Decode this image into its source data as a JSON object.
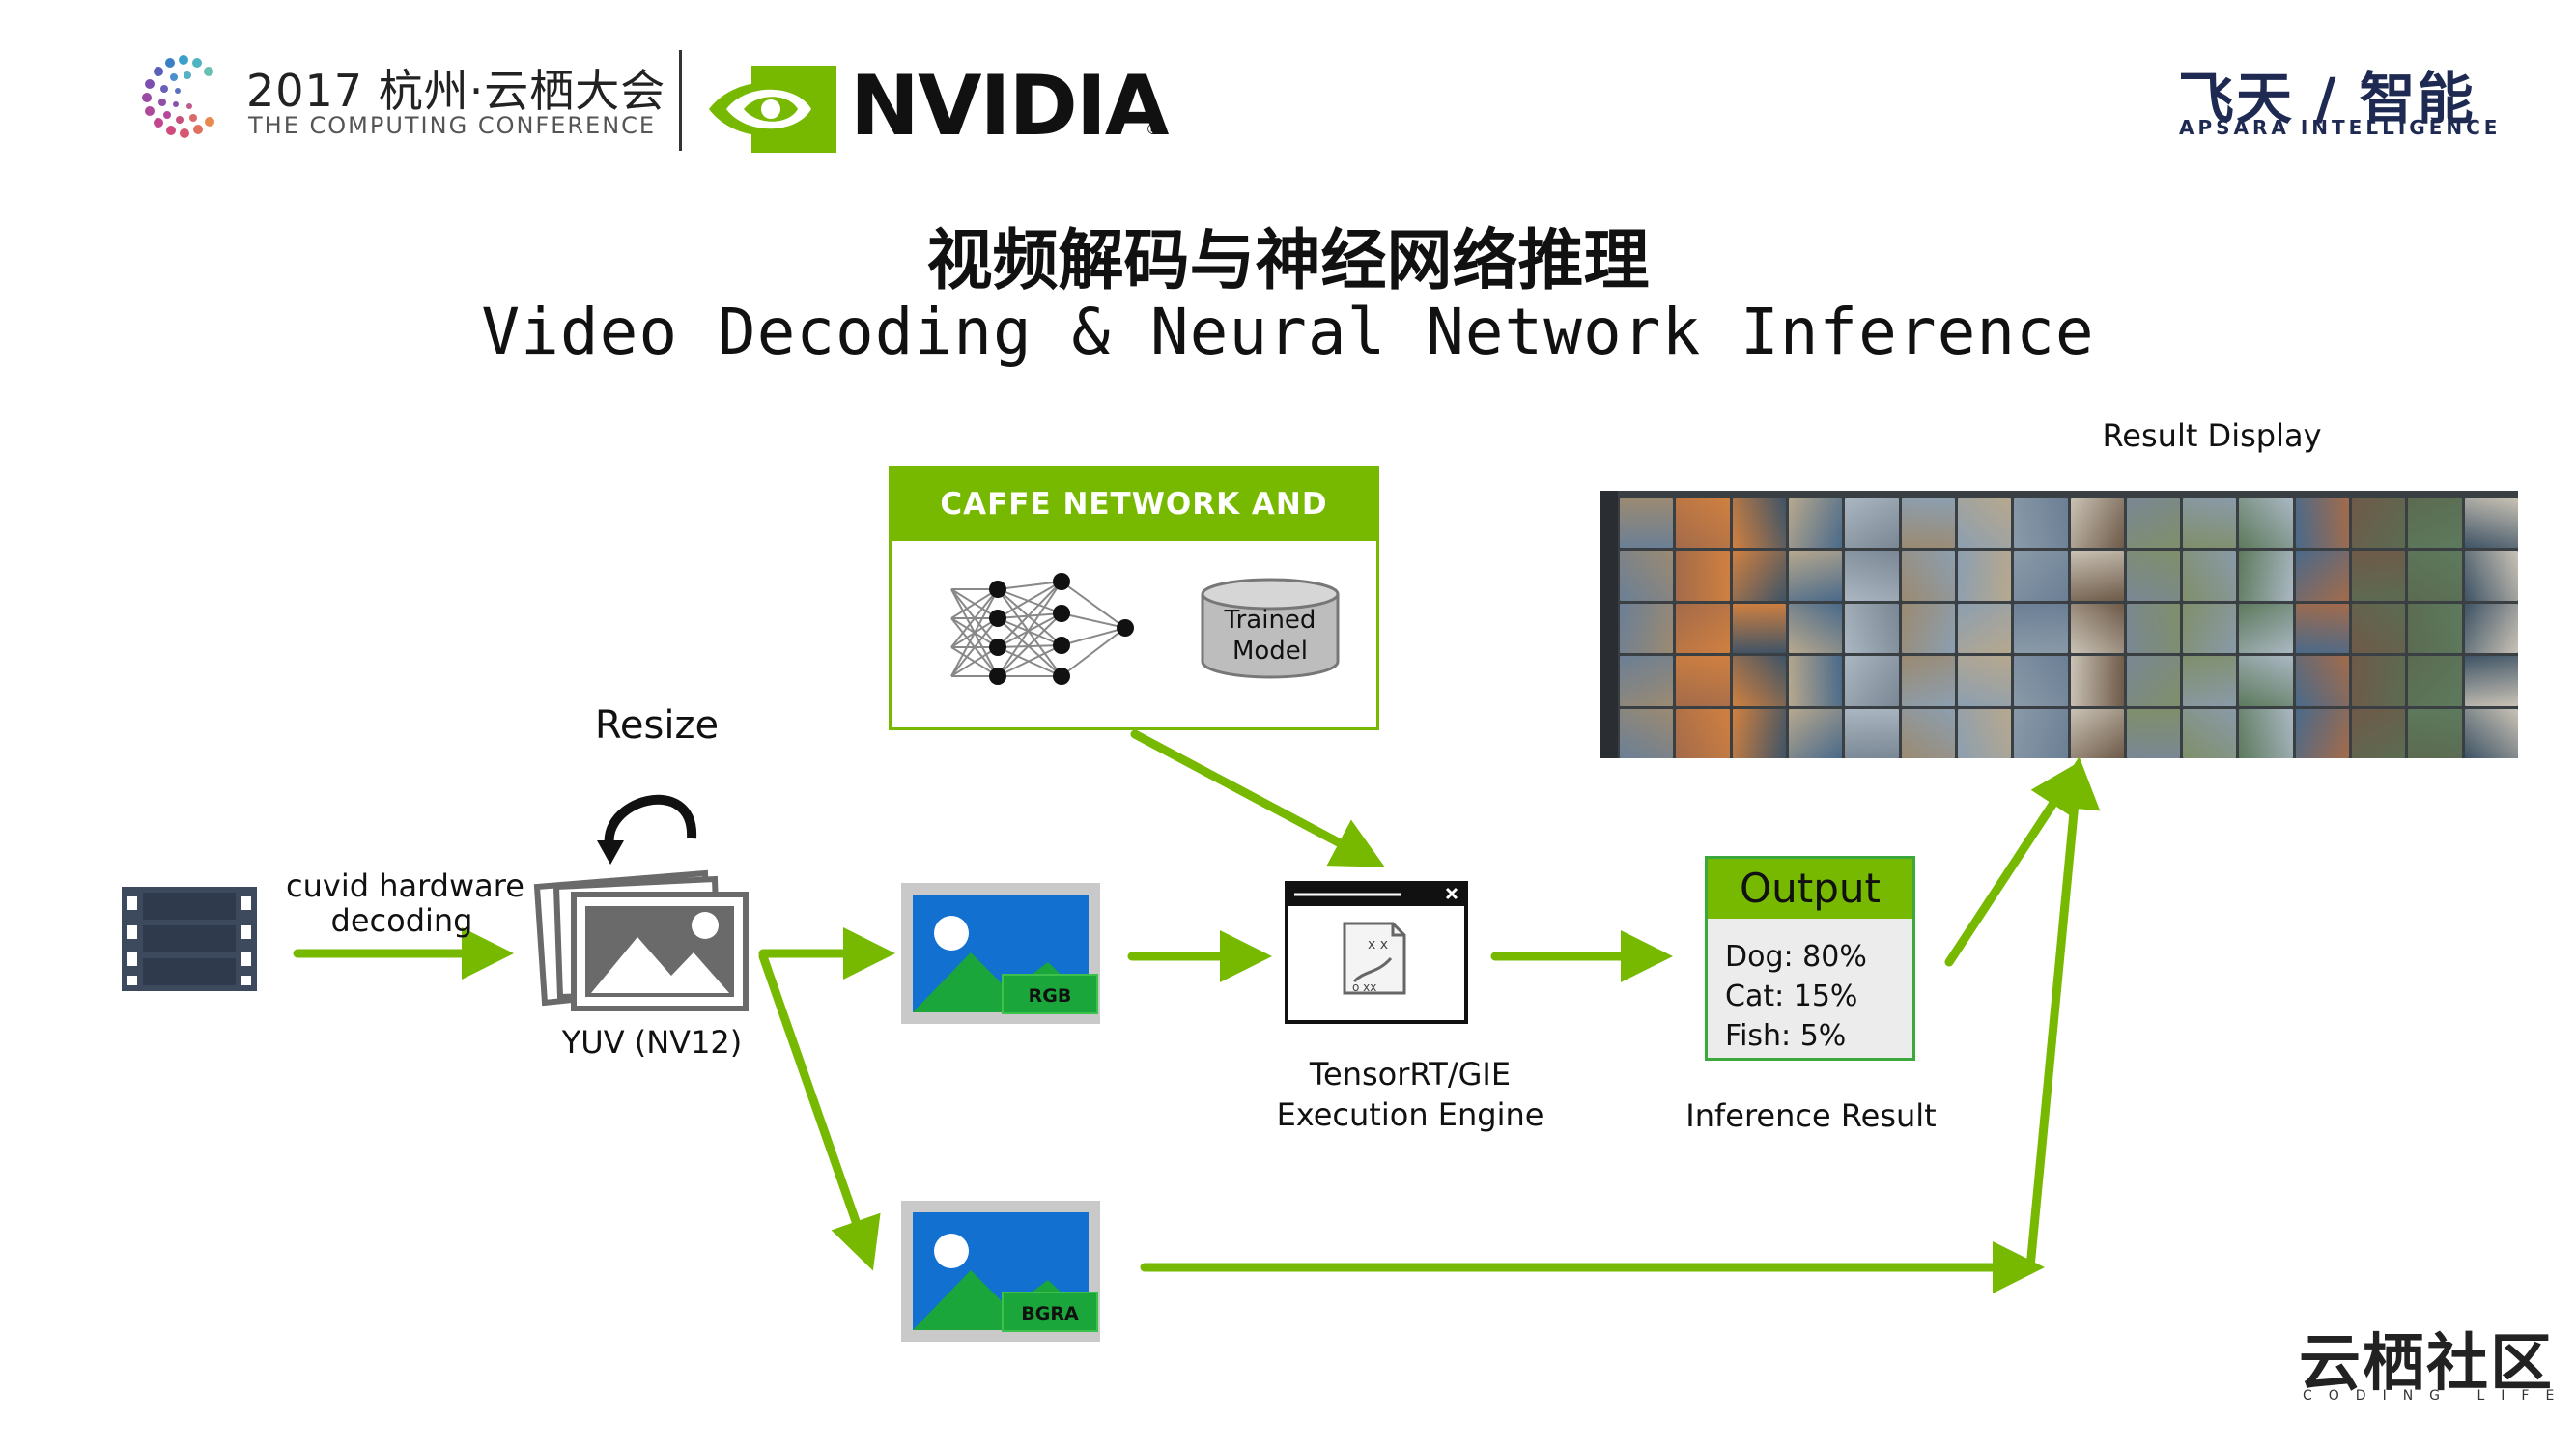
{
  "header": {
    "conference_year_title": "2017 杭州·云栖大会",
    "conference_subtitle": "THE COMPUTING CONFERENCE",
    "nvidia_logo_text": "NVIDIA",
    "nvidia_registered_mark": "®",
    "apsara_title_cn": "飞天 / 智能",
    "apsara_title_en": "APSARA INTELLIGENCE"
  },
  "titles": {
    "chinese": "视频解码与神经网络推理",
    "english": "Video Decoding & Neural Network Inference"
  },
  "diagram": {
    "cuvid_label_line1": "cuvid hardware",
    "cuvid_label_line2": "decoding",
    "resize_label": "Resize",
    "yuv_label": "YUV (NV12)",
    "rgb_tag": "RGB",
    "bgra_tag": "BGRA",
    "caffe_header": "CAFFE NETWORK AND MODEL",
    "trained_model_line1": "Trained",
    "trained_model_line2": "Model",
    "tensorrt_line1": "TensorRT/GIE",
    "tensorrt_line2": "Execution Engine",
    "output_header": "Output",
    "output_lines": [
      "Dog: 80%",
      "Cat: 15%",
      "Fish: 5%"
    ],
    "inference_result_label": "Inference Result",
    "result_display_label": "Result Display"
  },
  "footer": {
    "community_cn": "云栖社区",
    "community_en": "CODING LIFE"
  },
  "colors": {
    "accent_green": "#76b900",
    "navy": "#1e2a52",
    "image_blue": "#1170d0"
  }
}
